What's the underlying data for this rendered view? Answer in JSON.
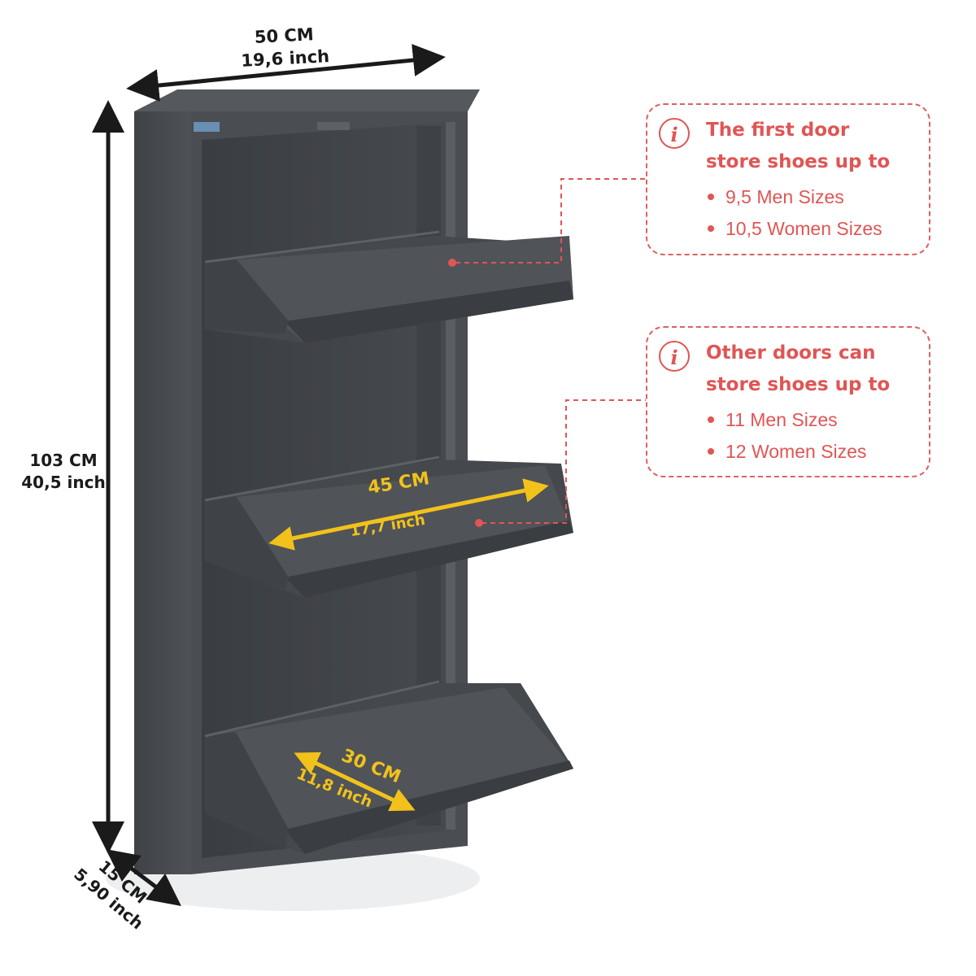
{
  "dimensions": {
    "width": {
      "cm": "50 CM",
      "inch": "19,6 inch"
    },
    "height": {
      "cm": "103 CM",
      "inch": "40,5 inch"
    },
    "depth": {
      "cm": "15 CM",
      "inch": "5,90 inch"
    },
    "door_width": {
      "cm": "45 CM",
      "inch": "17,7 inch"
    },
    "door_depth": {
      "cm": "30 CM",
      "inch": "11,8 inch"
    }
  },
  "info_first": {
    "title_line1": "The first door",
    "title_line2": "store shoes up to",
    "items": [
      "9,5 Men Sizes",
      "10,5 Women Sizes"
    ]
  },
  "info_other": {
    "title_line1": "Other doors can",
    "title_line2": "store shoes up to",
    "items": [
      "11 Men Sizes",
      "12 Women Sizes"
    ]
  },
  "colors": {
    "cabinet": "#4a4d52",
    "accent": "#e05555",
    "measure": "#f2c21b"
  },
  "info_icon": "info-icon"
}
